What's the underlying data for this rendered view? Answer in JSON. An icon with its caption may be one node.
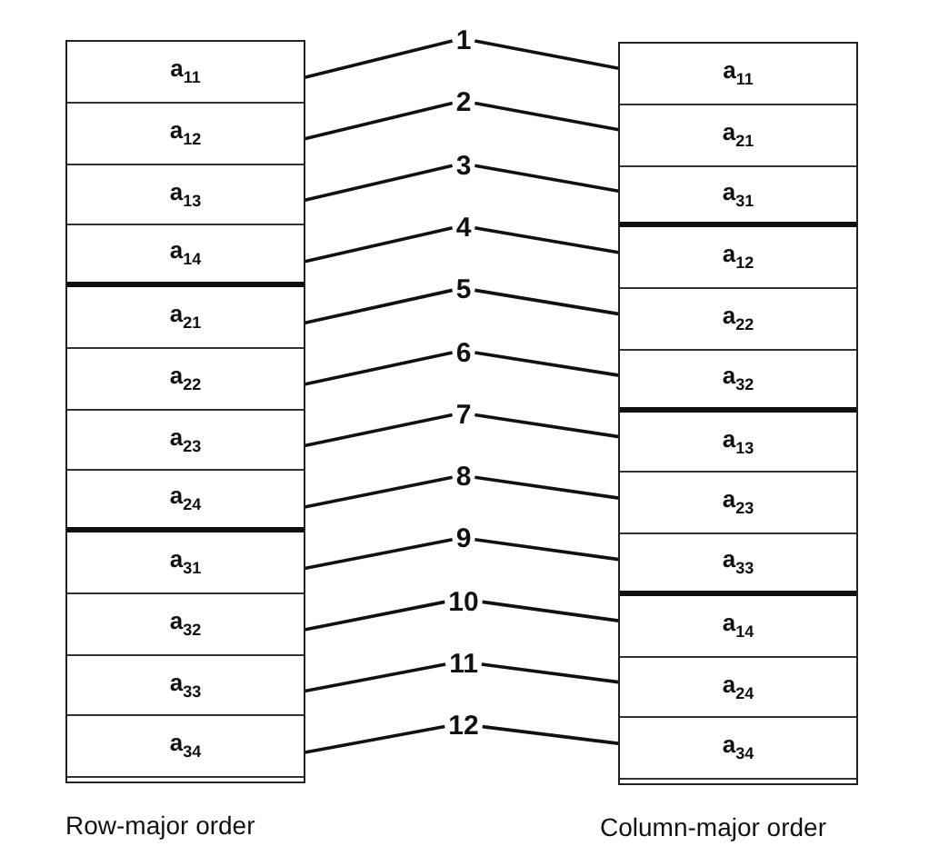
{
  "diagram": {
    "nodes": [
      {
        "text": [
          "Row-major order"
        ]
      },
      {
        "text": [
          "a$_{11}$"
        ],
        "in": 0
      },
      {
        "text": [
          "a$_{12}$"
        ],
        "in": 0
      },
      {
        "text": [
          "a$_{13}$"
        ],
        "in": 0
      },
      {
        "text": [
          "a$_{14}$"
        ],
        "in": 0
      },
      {
        "text": [
          "a$_{21}$"
        ],
        "in": 0
      },
      {
        "text": [
          "a$_{22}$"
        ],
        "in": 0
      },
      {
        "text": [
          "a$_{23}$"
        ],
        "in": 0
      },
      {
        "text": [
          "a$_{24}$"
        ],
        "in": 0
      },
      {
        "text": [
          "a$_{31}$"
        ],
        "in": 0
      },
      {
        "text": [
          "a$_{32}$"
        ],
        "in": 0
      },
      {
        "text": [
          "a$_{33}$"
        ],
        "in": 0
      },
      {
        "text": [
          "a$_{34}$"
        ],
        "in": 0
      },
      {
        "text": [
          "1"
        ]
      },
      {
        "text": [
          "2"
        ]
      },
      {
        "text": [
          "3"
        ]
      },
      {
        "text": [
          "4"
        ]
      },
      {
        "text": [
          "5"
        ]
      },
      {
        "text": [
          "6"
        ]
      },
      {
        "text": [
          "7"
        ]
      },
      {
        "text": [
          "8"
        ]
      },
      {
        "text": [
          "9"
        ]
      },
      {
        "text": [
          "10"
        ]
      },
      {
        "text": [
          "11"
        ]
      },
      {
        "text": [
          "12"
        ]
      },
      {
        "text": [
          "Column-major order"
        ]
      },
      {
        "text": [
          "a$_{11}$"
        ],
        "in": 25
      },
      {
        "text": [
          "a$_{21}$"
        ],
        "in": 25
      },
      {
        "text": [
          "a$_{31}$"
        ],
        "in": 25
      },
      {
        "text": [
          "a$_{12}$"
        ],
        "in": 25
      },
      {
        "text": [
          "a$_{22}$"
        ],
        "in": 25
      },
      {
        "text": [
          "a$_{32}$"
        ],
        "in": 25
      },
      {
        "text": [
          "a$_{13}$"
        ],
        "in": 25
      },
      {
        "text": [
          "a$_{23}$"
        ],
        "in": 25
      },
      {
        "text": [
          "a$_{33}$"
        ],
        "in": 25
      },
      {
        "text": [
          "a$_{14}$"
        ],
        "in": 25
      },
      {
        "text": [
          "a$_{24}$"
        ],
        "in": 25
      },
      {
        "text": [
          "a$_{34}$"
        ],
        "in": 25
      }
    ],
    "edges": [
      {
        "from": 1,
        "to": 13,
        "arrow": "none"
      },
      {
        "from": 2,
        "to": 14,
        "arrow": "none"
      },
      {
        "from": 3,
        "to": 15,
        "arrow": "none"
      },
      {
        "from": 4,
        "to": 16,
        "arrow": "none"
      },
      {
        "from": 5,
        "to": 17,
        "arrow": "none"
      },
      {
        "from": 6,
        "to": 18,
        "arrow": "none"
      },
      {
        "from": 7,
        "to": 19,
        "arrow": "none"
      },
      {
        "from": 8,
        "to": 20,
        "arrow": "none"
      },
      {
        "from": 9,
        "to": 21,
        "arrow": "none"
      },
      {
        "from": 10,
        "to": 22,
        "arrow": "none"
      },
      {
        "from": 11,
        "to": 23,
        "arrow": "none"
      },
      {
        "from": 12,
        "to": 24,
        "arrow": "none"
      },
      {
        "from": 13,
        "to": 26,
        "arrow": "none"
      },
      {
        "from": 14,
        "to": 27,
        "arrow": "none"
      },
      {
        "from": 15,
        "to": 28,
        "arrow": "none"
      },
      {
        "from": 16,
        "to": 29,
        "arrow": "none"
      },
      {
        "from": 17,
        "to": 30,
        "arrow": "none"
      },
      {
        "from": 18,
        "to": 31,
        "arrow": "none"
      },
      {
        "from": 19,
        "to": 32,
        "arrow": "none"
      },
      {
        "from": 20,
        "to": 33,
        "arrow": "none"
      },
      {
        "from": 21,
        "to": 34,
        "arrow": "none"
      },
      {
        "from": 22,
        "to": 35,
        "arrow": "none"
      },
      {
        "from": 23,
        "to": 36,
        "arrow": "none"
      },
      {
        "from": 24,
        "to": 37,
        "arrow": "none"
      }
    ]
  }
}
